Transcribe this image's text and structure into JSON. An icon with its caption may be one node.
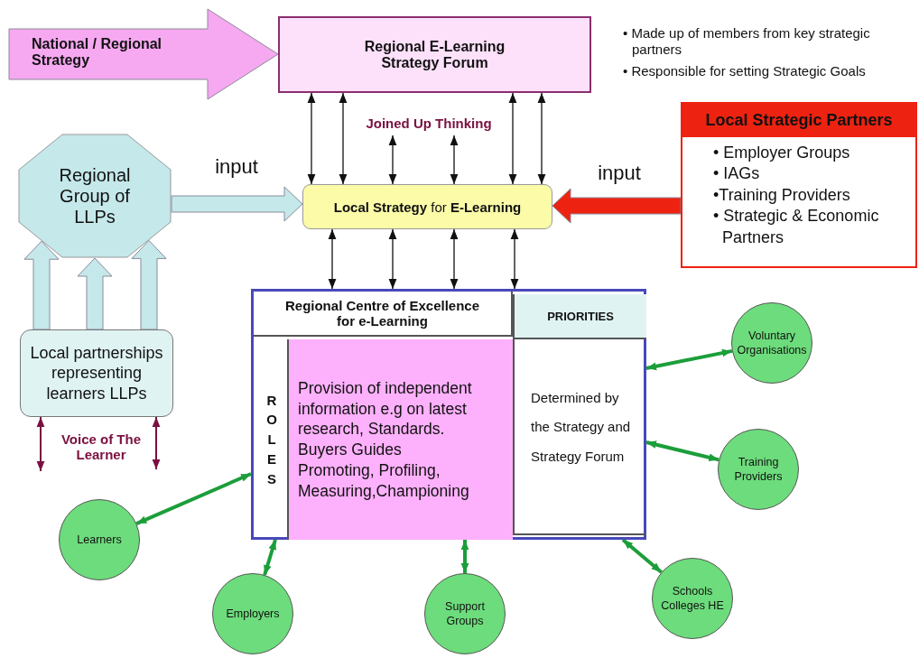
{
  "diagram": {
    "nodes": [
      {
        "text": [
          "Regional E-Learning Strategy Forum"
        ]
      },
      {
        "text": [
          "**Local Strategy** for **E-Learning**"
        ]
      },
      {
        "text": [
          "Regional Group of LLPs"
        ]
      },
      {
        "text": [
          "Local Strategic Partners",
          "• Employer Groups",
          "• IAGs",
          "•Training Providers",
          "• Strategic & Economic Partners"
        ]
      },
      {
        "text": [
          "Local partnerships representing learners LLPs"
        ]
      },
      {
        "text": [
          "Regional Centre of Excellence for e-Learning"
        ]
      },
      {
        "text": [
          "ROLES"
        ],
        "in": 5
      },
      {
        "text": [
          "Provision of independent information e.g on latest research, Standards.",
          "Buyers Guides",
          "Promoting, Profiling, Measuring,Championing"
        ],
        "in": 5
      },
      {
        "text": [
          "PRIORITIES"
        ],
        "in": 5
      },
      {
        "text": [
          "Determined by the Strategy and Strategy Forum"
        ],
        "in": 5
      },
      {
        "text": [
          "Voluntary Organisations"
        ]
      },
      {
        "text": [
          "Training Providers"
        ]
      },
      {
        "text": [
          "Learners"
        ]
      },
      {
        "text": [
          "Employers"
        ]
      },
      {
        "text": [
          "Support Groups"
        ]
      },
      {
        "text": [
          "Schools Colleges HE"
        ]
      },
      {
        "text": [
          "Joined Up Thinking"
        ]
      }
    ],
    "edges": [
      {
        "from": 0,
        "to": 1,
        "arrow": "both"
      },
      {
        "from": 0,
        "to": 1,
        "arrow": "both"
      },
      {
        "from": 0,
        "to": 1,
        "arrow": "both"
      },
      {
        "from": 0,
        "to": 1,
        "arrow": "both"
      },
      {
        "from": 16,
        "to": 1,
        "arrow": "both"
      },
      {
        "from": 16,
        "to": 1,
        "arrow": "both"
      },
      {
        "from": 1,
        "to": 5,
        "arrow": "both"
      },
      {
        "from": 1,
        "to": 5,
        "arrow": "both"
      },
      {
        "from": 1,
        "to": 5,
        "arrow": "both"
      },
      {
        "from": 1,
        "to": 5,
        "arrow": "both"
      },
      {
        "from": 2,
        "to": 1,
        "arrow": "to",
        "label": "input",
        "style": "thick",
        "color": "#c5e8ea"
      },
      {
        "from": 3,
        "to": 1,
        "arrow": "to",
        "label": "input",
        "style": "thick",
        "color": "#ee2211"
      },
      {
        "from": 4,
        "to": 2,
        "arrow": "to",
        "style": "thick",
        "color": "#c5e8ea"
      },
      {
        "from": 4,
        "to": 2,
        "arrow": "to",
        "style": "thick",
        "color": "#c5e8ea"
      },
      {
        "from": 4,
        "to": 2,
        "arrow": "to",
        "style": "thick",
        "color": "#c5e8ea"
      },
      {
        "from": null,
        "to": 4,
        "arrow": "both",
        "color": "#7a1040"
      },
      {
        "from": null,
        "to": 4,
        "arrow": "both",
        "color": "#7a1040"
      },
      {
        "from": 5,
        "to": 10,
        "arrow": "both",
        "style": "thick",
        "color": "#1c9e3a"
      },
      {
        "from": 5,
        "to": 11,
        "arrow": "both",
        "style": "thick",
        "color": "#1c9e3a"
      },
      {
        "from": 5,
        "to": 12,
        "arrow": "both",
        "style": "thick",
        "color": "#1c9e3a"
      },
      {
        "from": 5,
        "to": 13,
        "arrow": "both",
        "style": "thick",
        "color": "#1c9e3a"
      },
      {
        "from": 5,
        "to": 14,
        "arrow": "both",
        "style": "thick",
        "color": "#1c9e3a"
      },
      {
        "from": 5,
        "to": 15,
        "arrow": "both",
        "style": "thick",
        "color": "#1c9e3a"
      },
      {
        "from": null,
        "to": 0,
        "arrow": "to",
        "label": "National / Regional Strategy",
        "style": "thick",
        "color": "#f6a8f0"
      }
    ],
    "labels": [
      "• Made up of members from key strategic partners",
      "• Responsible for setting Strategic Goals",
      "Voice of The Learner"
    ]
  }
}
